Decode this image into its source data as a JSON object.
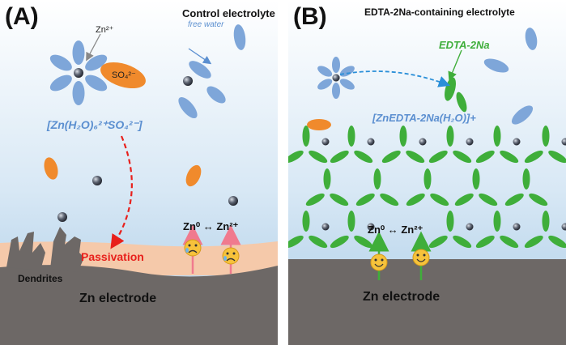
{
  "panel_a": {
    "letter": "(A)",
    "title": "Control electrolyte",
    "free_water_label": "free water",
    "zn_ion_label": "Zn²⁺",
    "sulfate_label": "SO₄²⁻",
    "complex_label": "[Zn(H₂O)₆²⁺SO₄²⁻]",
    "passivation_label": "Passivation",
    "dendrites_label": "Dendrites",
    "reaction_label": "Zn⁰ ↔ Zn²⁺",
    "electrode_label": "Zn electrode"
  },
  "panel_b": {
    "letter": "(B)",
    "title": "EDTA-2Na-containing electrolyte",
    "edta_label": "EDTA-2Na",
    "complex_label": "[ZnEDTA-2Na(H₂O)]+",
    "reaction_label": "Zn⁰ ↔ Zn²⁺",
    "electrode_label": "Zn electrode"
  },
  "colors": {
    "water": "#7ea6d9",
    "sulfate": "#f08a2c",
    "edta": "#3fae3a",
    "passivation": "#e8201c",
    "electrode": "#6d6866",
    "sky_top": "#ffffff",
    "sky_bottom": "#a9cbe6",
    "interface_layer": "#f5c9aa"
  }
}
